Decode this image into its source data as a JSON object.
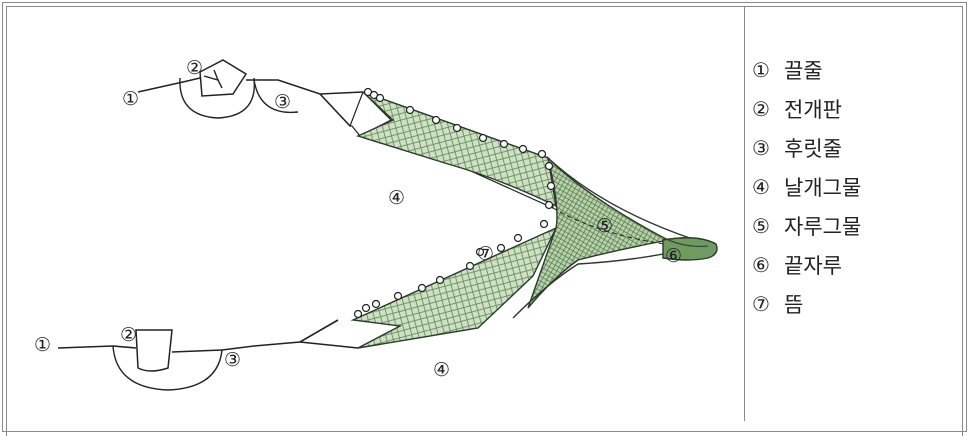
{
  "diagram_labels": {
    "tow_rope_top": "①",
    "otter_board_top": "②",
    "bridle_top": "③",
    "wing_net_top": "④",
    "floats": "⑦",
    "body_net": "⑤",
    "cod_end": "⑥",
    "tow_rope_bottom": "①",
    "otter_board_bottom": "②",
    "bridle_bottom": "③",
    "wing_net_bottom": "④"
  },
  "legend": [
    {
      "num": "①",
      "label": "끌줄"
    },
    {
      "num": "②",
      "label": "전개판"
    },
    {
      "num": "③",
      "label": "후릿줄"
    },
    {
      "num": "④",
      "label": "날개그물"
    },
    {
      "num": "⑤",
      "label": "자루그물"
    },
    {
      "num": "⑥",
      "label": "끝자루"
    },
    {
      "num": "⑦",
      "label": "뜸"
    }
  ],
  "colors": {
    "net_fill": "#c9dcc0",
    "net_mesh": "#5f8a55",
    "line": "#222222",
    "border": "#8a8a8a"
  }
}
